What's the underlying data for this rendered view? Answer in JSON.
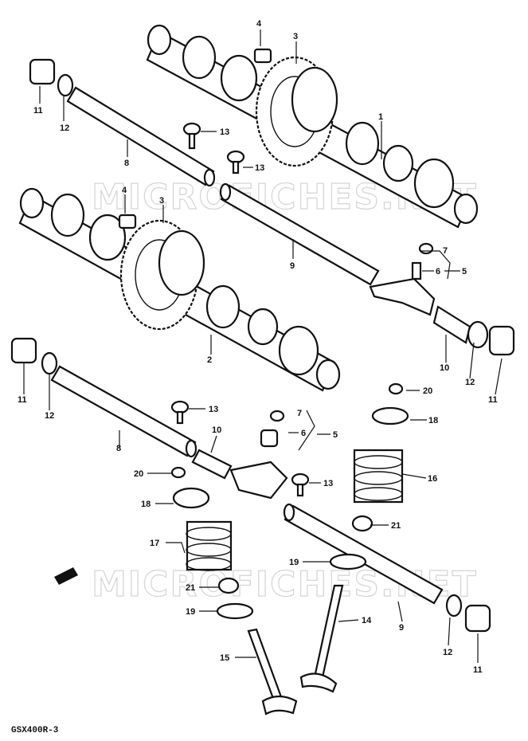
{
  "watermark": "MICROFICHES.NET",
  "model_code": "GSX400R-3",
  "labels": {
    "p1": "1",
    "p2": "2",
    "p3a": "3",
    "p3b": "3",
    "p4a": "4",
    "p4b": "4",
    "p5a": "5",
    "p5b": "5",
    "p6a": "6",
    "p6b": "6",
    "p7a": "7",
    "p7b": "7",
    "p8a": "8",
    "p8b": "8",
    "p9a": "9",
    "p9b": "9",
    "p10a": "10",
    "p10b": "10",
    "p11a": "11",
    "p11b": "11",
    "p11c": "11",
    "p11d": "11",
    "p12a": "12",
    "p12b": "12",
    "p12c": "12",
    "p12d": "12",
    "p13a": "13",
    "p13b": "13",
    "p13c": "13",
    "p13d": "13",
    "p14": "14",
    "p15": "15",
    "p16": "16",
    "p17": "17",
    "p18a": "18",
    "p18b": "18",
    "p19a": "19",
    "p19b": "19",
    "p20a": "20",
    "p20b": "20",
    "p21a": "21",
    "p21b": "21"
  }
}
